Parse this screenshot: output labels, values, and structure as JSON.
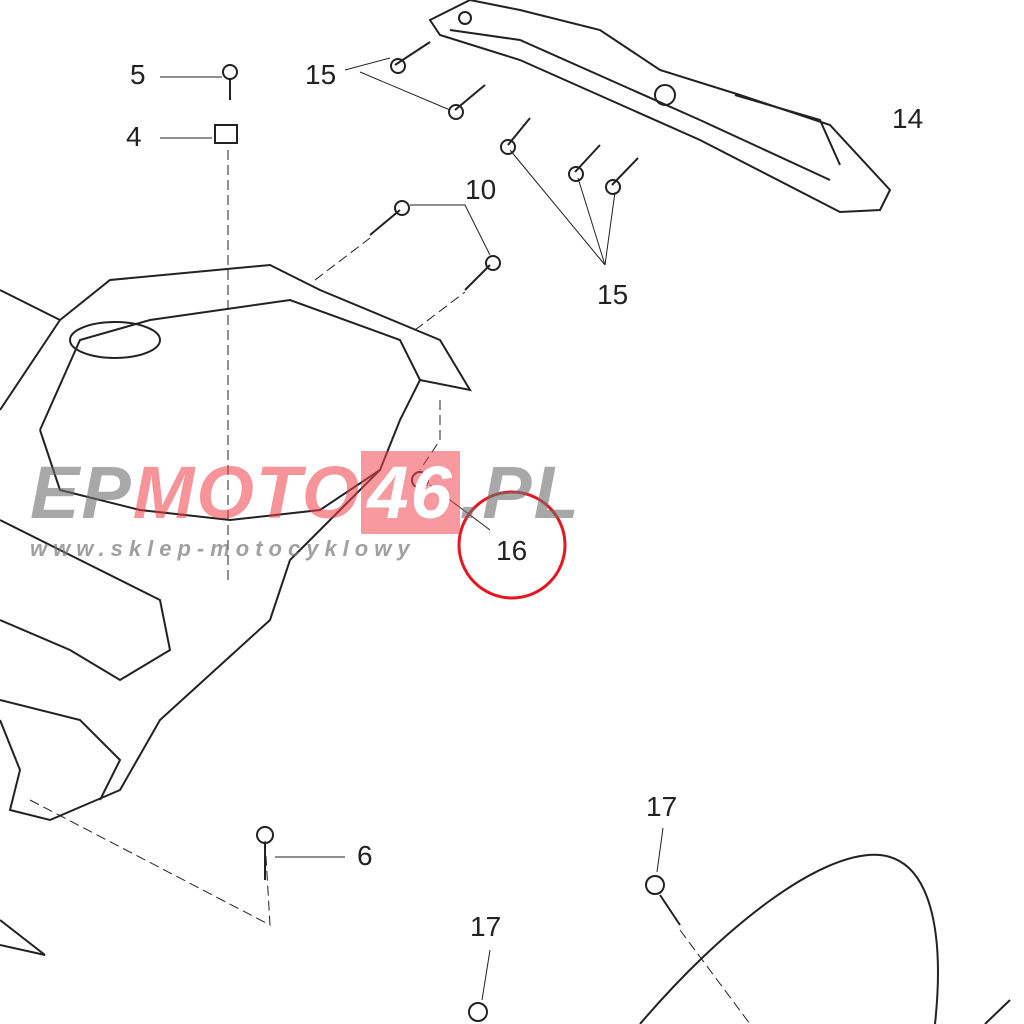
{
  "diagram": {
    "callouts": [
      {
        "id": "c5",
        "label": "5"
      },
      {
        "id": "c4",
        "label": "4"
      },
      {
        "id": "c15a",
        "label": "15"
      },
      {
        "id": "c14",
        "label": "14"
      },
      {
        "id": "c10",
        "label": "10"
      },
      {
        "id": "c15b",
        "label": "15"
      },
      {
        "id": "c16",
        "label": "16"
      },
      {
        "id": "c17a",
        "label": "17"
      },
      {
        "id": "c6",
        "label": "6"
      },
      {
        "id": "c17b",
        "label": "17"
      }
    ],
    "highlight_color": "#e8141e"
  },
  "watermark": {
    "part1": "EP",
    "part2": "MOTO",
    "part3": "46",
    "part4": ".PL",
    "tagline": "www.sklep-motocyklowy"
  }
}
